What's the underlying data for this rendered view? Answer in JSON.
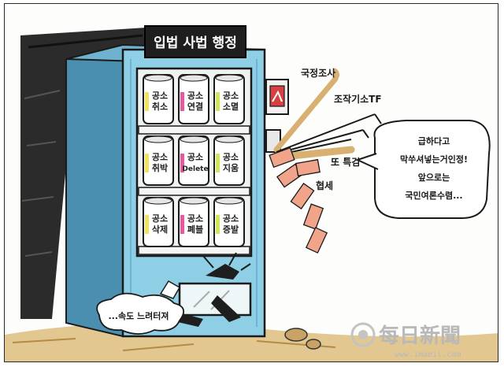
{
  "sign": "입법 사법 행정",
  "shelves": [
    [
      "공소\n취소",
      "공소\n연결",
      "공소\n소멸"
    ],
    [
      "공소\n취박",
      "공소\nDelete",
      "공소\n지움"
    ],
    [
      "공소\n삭제",
      "공소\n폐블",
      "공소\n증발"
    ]
  ],
  "labels": {
    "gukjeong": "국정조사",
    "jojik": "조작기소TF",
    "teukgeom": "또 특검",
    "hyeonse": "협세"
  },
  "speech": [
    "급하다고",
    "막쑤셔넣는거인정!",
    "앞으로는",
    "국민여론수렴..."
  ],
  "sound": "...속도 느려터져",
  "logo": {
    "name": "每日新聞",
    "url": "www.imaeil.com"
  },
  "colors": {
    "machine_front": "#8ecfe6",
    "machine_side": "#4a8fb0",
    "ink": "#1a1a1a",
    "money": "#f0a48a"
  }
}
